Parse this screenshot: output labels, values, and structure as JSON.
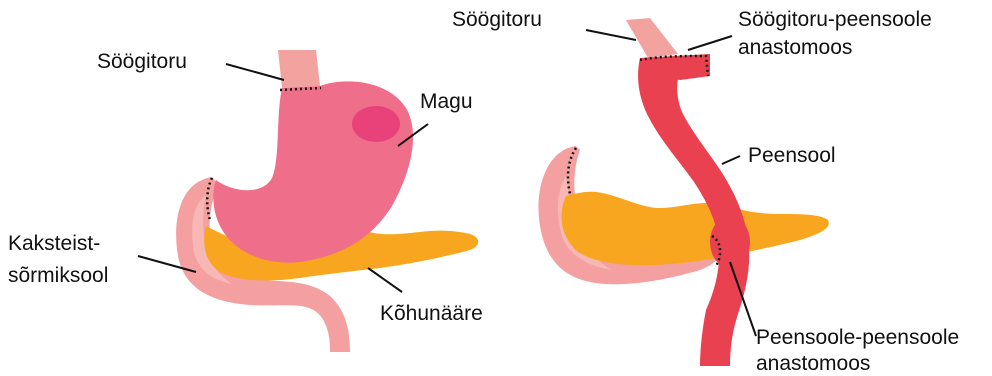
{
  "colors": {
    "esophagus": "#f2a3a0",
    "stomach": "#ef6e89",
    "stomach_spot": "#e9417a",
    "duodenum": "#f4a0a0",
    "duodenum_inner": "#f7b7b4",
    "pancreas": "#f8a61f",
    "small_intestine": "#e9414f",
    "leader": "#111111"
  },
  "left_panel": {
    "labels": {
      "esophagus": "Söögitoru",
      "stomach": "Magu",
      "duodenum_line1": "Kaksteist-",
      "duodenum_line2": "sõrmiksool",
      "pancreas": "Kõhunääre"
    }
  },
  "right_panel": {
    "labels": {
      "esophagus": "Söögitoru",
      "eso_anastomosis_line1": "Söögitoru-peensoole",
      "eso_anastomosis_line2": "anastomoos",
      "small_intestine": "Peensool",
      "jj_anastomosis_line1": "Peensoole-peensoole",
      "jj_anastomosis_line2": "anastomoos"
    }
  }
}
